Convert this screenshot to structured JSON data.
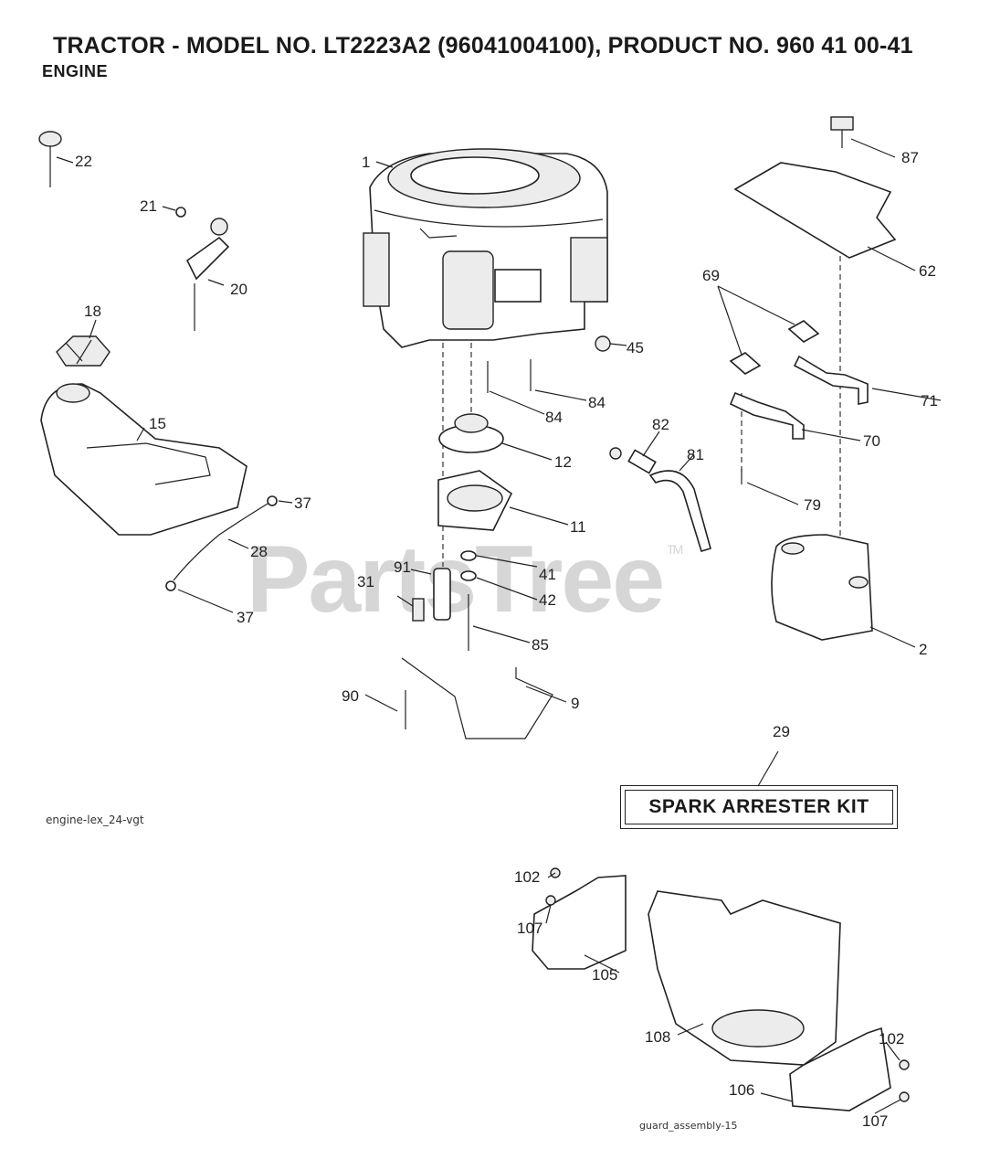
{
  "header": {
    "title": "TRACTOR - MODEL NO. LT2223A2 (96041004100), PRODUCT NO. 960 41 00-41",
    "subtitle": "ENGINE"
  },
  "watermark": {
    "text": "PartsTree",
    "mark": "TM"
  },
  "kit": {
    "label": "SPARK ARRESTER KIT",
    "callout": "29"
  },
  "codes": {
    "engine": "engine-lex_24-vgt",
    "guard": "guard_assembly-15"
  },
  "callouts": [
    {
      "id": "c1",
      "text": "1"
    },
    {
      "id": "c22",
      "text": "22"
    },
    {
      "id": "c21",
      "text": "21"
    },
    {
      "id": "c20",
      "text": "20"
    },
    {
      "id": "c18",
      "text": "18"
    },
    {
      "id": "c15",
      "text": "15"
    },
    {
      "id": "c37a",
      "text": "37"
    },
    {
      "id": "c28",
      "text": "28"
    },
    {
      "id": "c37b",
      "text": "37"
    },
    {
      "id": "c31",
      "text": "31"
    },
    {
      "id": "c91",
      "text": "91"
    },
    {
      "id": "c45",
      "text": "45"
    },
    {
      "id": "c84a",
      "text": "84"
    },
    {
      "id": "c84b",
      "text": "84"
    },
    {
      "id": "c12",
      "text": "12"
    },
    {
      "id": "c11",
      "text": "11"
    },
    {
      "id": "c41",
      "text": "41"
    },
    {
      "id": "c42",
      "text": "42"
    },
    {
      "id": "c85",
      "text": "85"
    },
    {
      "id": "c90",
      "text": "90"
    },
    {
      "id": "c9",
      "text": "9"
    },
    {
      "id": "c82",
      "text": "82"
    },
    {
      "id": "c81",
      "text": "81"
    },
    {
      "id": "c87",
      "text": "87"
    },
    {
      "id": "c62",
      "text": "62"
    },
    {
      "id": "c69",
      "text": "69"
    },
    {
      "id": "c71",
      "text": "71"
    },
    {
      "id": "c70",
      "text": "70"
    },
    {
      "id": "c79",
      "text": "79"
    },
    {
      "id": "c2",
      "text": "2"
    },
    {
      "id": "c102a",
      "text": "102"
    },
    {
      "id": "c107a",
      "text": "107"
    },
    {
      "id": "c105",
      "text": "105"
    },
    {
      "id": "c108",
      "text": "108"
    },
    {
      "id": "c102b",
      "text": "102"
    },
    {
      "id": "c106",
      "text": "106"
    },
    {
      "id": "c107b",
      "text": "107"
    }
  ]
}
